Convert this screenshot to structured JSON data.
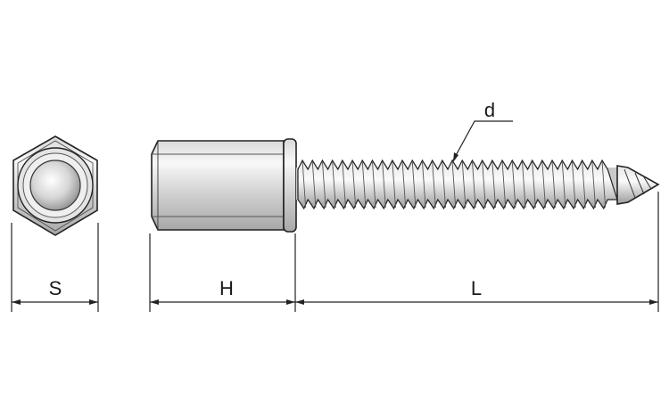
{
  "labels": {
    "s": "S",
    "h": "H",
    "l": "L",
    "d": "d"
  },
  "colors": {
    "line": "#222222",
    "metal_light": "#f4f4f4",
    "metal_mid": "#cfcfcf",
    "metal_dark": "#9a9a9a"
  }
}
